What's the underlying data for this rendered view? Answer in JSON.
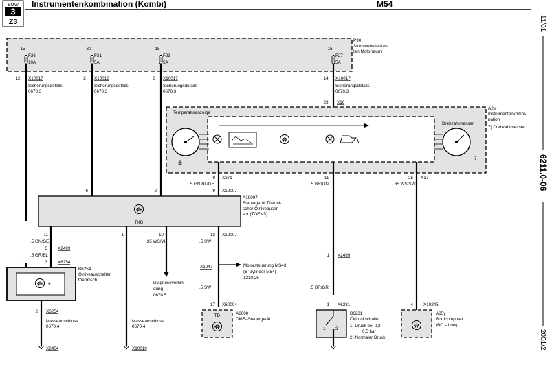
{
  "header": {
    "brand": "BMW",
    "series": "3",
    "model": "Z3",
    "title": "Instrumentenkombination (Kombi)",
    "engine": "M54"
  },
  "side": {
    "date_top": "11/01",
    "doc_number": "6211.0-06",
    "date_bottom": "2001/2"
  },
  "fusebox": {
    "id": "P90",
    "desc": [
      "Stromverteilerkas-",
      "ten Motorraum"
    ],
    "fuses": [
      {
        "terminal": "15",
        "name": "F26",
        "rating": "10A",
        "pin": "12",
        "conn": "X10017",
        "detail": [
          "Sicherungsdetails",
          "0670.3"
        ]
      },
      {
        "terminal": "30",
        "name": "F31",
        "rating": "5A",
        "pin": "2",
        "conn": "X10018",
        "detail": [
          "Sicherungsdetails",
          "0670.3"
        ]
      },
      {
        "terminal": "15",
        "name": "F23",
        "rating": "5A",
        "pin": "6",
        "conn": "X10017",
        "detail": [
          "Sicherungsdetails",
          "0670.3"
        ]
      },
      {
        "terminal": "15",
        "name": "F27",
        "rating": "5A",
        "pin": "14",
        "conn": "X10017",
        "detail": [
          "Sicherungsdetails",
          "0670.3"
        ]
      }
    ]
  },
  "cluster": {
    "id": "A2w",
    "desc": [
      "Instrumentenkombi-",
      "nation",
      "7)  Drehzahlmesser"
    ],
    "temp_label": "Temperaturanzeige",
    "rpm_label": "Drehzahlmesser",
    "inner_pin": "7",
    "pin_23": "23",
    "conn_x16": "X16"
  },
  "wires": {
    "w9_pin": "9",
    "w9_conn": "X271",
    "w9_color": ".5 GN/BL/GE",
    "w9b_pin": "9",
    "w9b_conn": "X19007",
    "w6_pin": "6",
    "w2_pin": "2",
    "w19_pin": "19",
    "w19_color": ".5 BR/GN",
    "w25_pin": "25",
    "w25_conn": "X17",
    "w25_color": ".35 WS/SW"
  },
  "controller": {
    "id": "A19007",
    "desc": [
      "Steuergerät Thermi-",
      "scher Ölniveausen-",
      "sor (TOENS)"
    ],
    "txd": "TXD",
    "pin11": "11",
    "pin1": "1",
    "pin10": "10",
    "pin12": "12",
    "conn": "X19007",
    "w11_color": ".5 GN/GE",
    "w10_color": ".35 WS/VI",
    "w12_color": ".5 SW"
  },
  "oil_level": {
    "id": "B6254",
    "desc": [
      "Ölniveauschalter",
      "thermisch"
    ],
    "pin1": "1",
    "pin3": "3",
    "pin3b": "3",
    "conn_x2499": "X2499",
    "conn_x6254": "X6254",
    "wire_color": ".5 GR/BL",
    "inner": "9",
    "pin2": "2",
    "conn_bottom": "X6254",
    "ground": [
      "Masseanschluss",
      "0670.4"
    ],
    "ground_conn": "X6454"
  },
  "ground2": {
    "text": [
      "Masseanschluss",
      "0670.4"
    ],
    "conn": "X10010"
  },
  "diag": {
    "text": [
      "Diagnoseverbin-",
      "dung",
      "0670.5"
    ]
  },
  "engine_ctrl": {
    "conn": "X1047",
    "text": [
      "Motorsteuerung MS43",
      "(6–Zylinder M54)",
      "1210.26"
    ],
    "color": ".5 SW"
  },
  "dme": {
    "pin": "17",
    "conn": "X60004",
    "td": "TD",
    "id": "A6000",
    "desc": "DME–Steuergerät"
  },
  "pressure": {
    "pin1": "1",
    "conn_x2499": "X2499",
    "color": ".5 BR/GR",
    "pin_top": "1",
    "conn": "X6231",
    "id": "B6231",
    "desc": [
      "Öldruckschalter",
      "1)  Druck bei 0,2 –",
      "0,5 bar",
      "2)  Normaler Druck"
    ],
    "sw1": "1",
    "sw2": "2"
  },
  "bc": {
    "pin": "4",
    "conn": "X10245",
    "id": "A35y",
    "desc": [
      "Bordcomputer",
      "(BC – Low)"
    ]
  }
}
